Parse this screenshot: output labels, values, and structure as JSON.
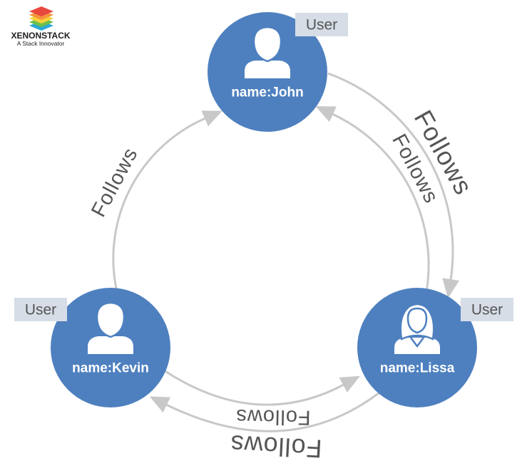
{
  "logo": {
    "icon": "xenonstack-layers-logo",
    "name": "XENONSTACK",
    "tagline": "A Stack Innovator",
    "layer_colors": [
      "#e8473e",
      "#f5933a",
      "#f7d13b",
      "#6cc04a",
      "#2aa8d8"
    ]
  },
  "nodes": {
    "john": {
      "tag": "User",
      "name": "name:John",
      "icon": "male-user-icon"
    },
    "kevin": {
      "tag": "User",
      "name": "name:Kevin",
      "icon": "male-user-icon"
    },
    "lissa": {
      "tag": "User",
      "name": "name:Lissa",
      "icon": "female-user-icon"
    }
  },
  "edges": {
    "kevin_to_john": {
      "label": "Follows"
    },
    "john_to_lissa": {
      "label": "Follows"
    },
    "lissa_to_john": {
      "label": "Follows"
    },
    "kevin_to_lissa": {
      "label": "Follows"
    },
    "lissa_to_kevin": {
      "label": "Follows"
    }
  },
  "colors": {
    "node_fill": "#4e80bf",
    "node_text": "#ffffff",
    "tag_fill": "#d6dde7",
    "tag_text": "#555555",
    "edge_stroke": "#c8c8c8",
    "edge_label": "#555555"
  }
}
